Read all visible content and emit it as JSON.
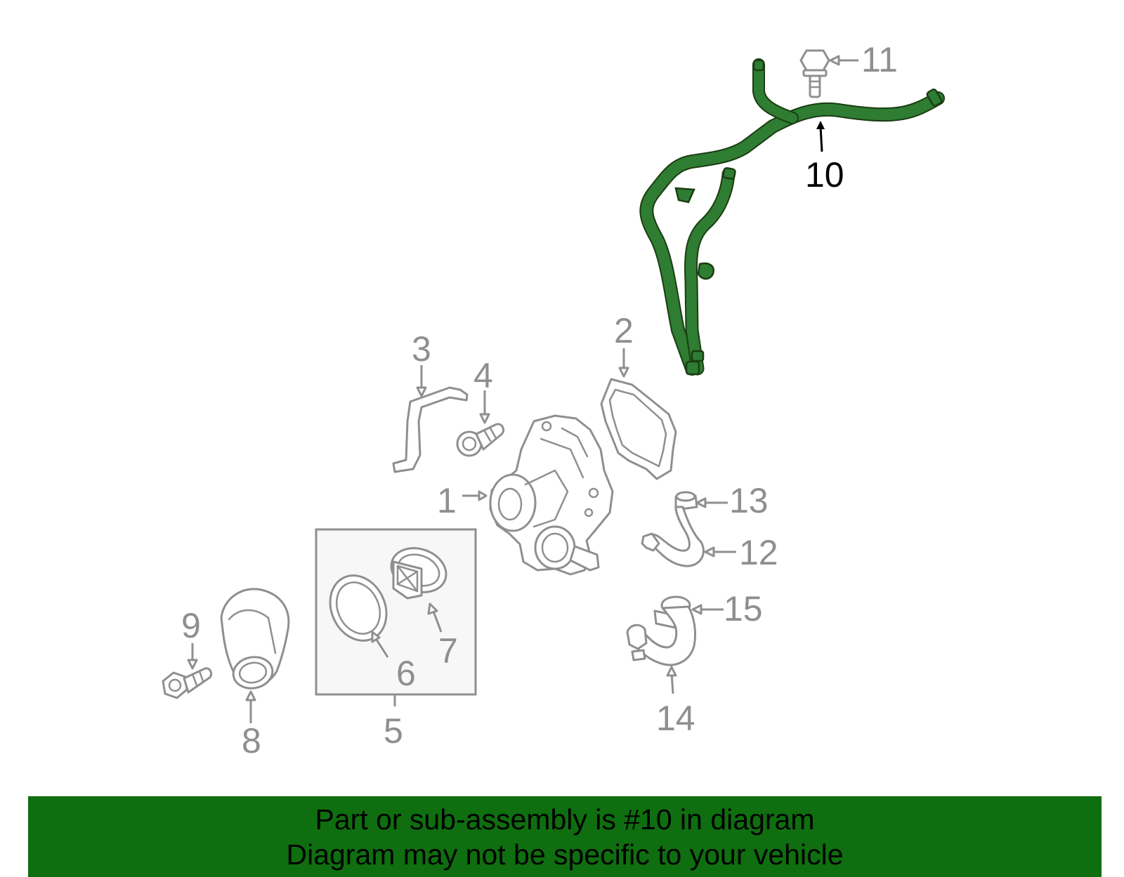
{
  "colors": {
    "highlight_part": "#2e7d32",
    "highlight_outline": "#1b3d12",
    "gray_line": "#8f8f8f",
    "banner_bg": "#0f6e0f",
    "banner_text": "#000000"
  },
  "callouts": {
    "c1": "1",
    "c2": "2",
    "c3": "3",
    "c4": "4",
    "c5": "5",
    "c6": "6",
    "c7": "7",
    "c8": "8",
    "c9": "9",
    "c10": "10",
    "c11": "11",
    "c12": "12",
    "c13": "13",
    "c14": "14",
    "c15": "15"
  },
  "highlighted_part": "10",
  "banner": {
    "line1": "Part or sub-assembly is #10 in diagram",
    "line2": "Diagram may not be specific to your vehicle"
  }
}
